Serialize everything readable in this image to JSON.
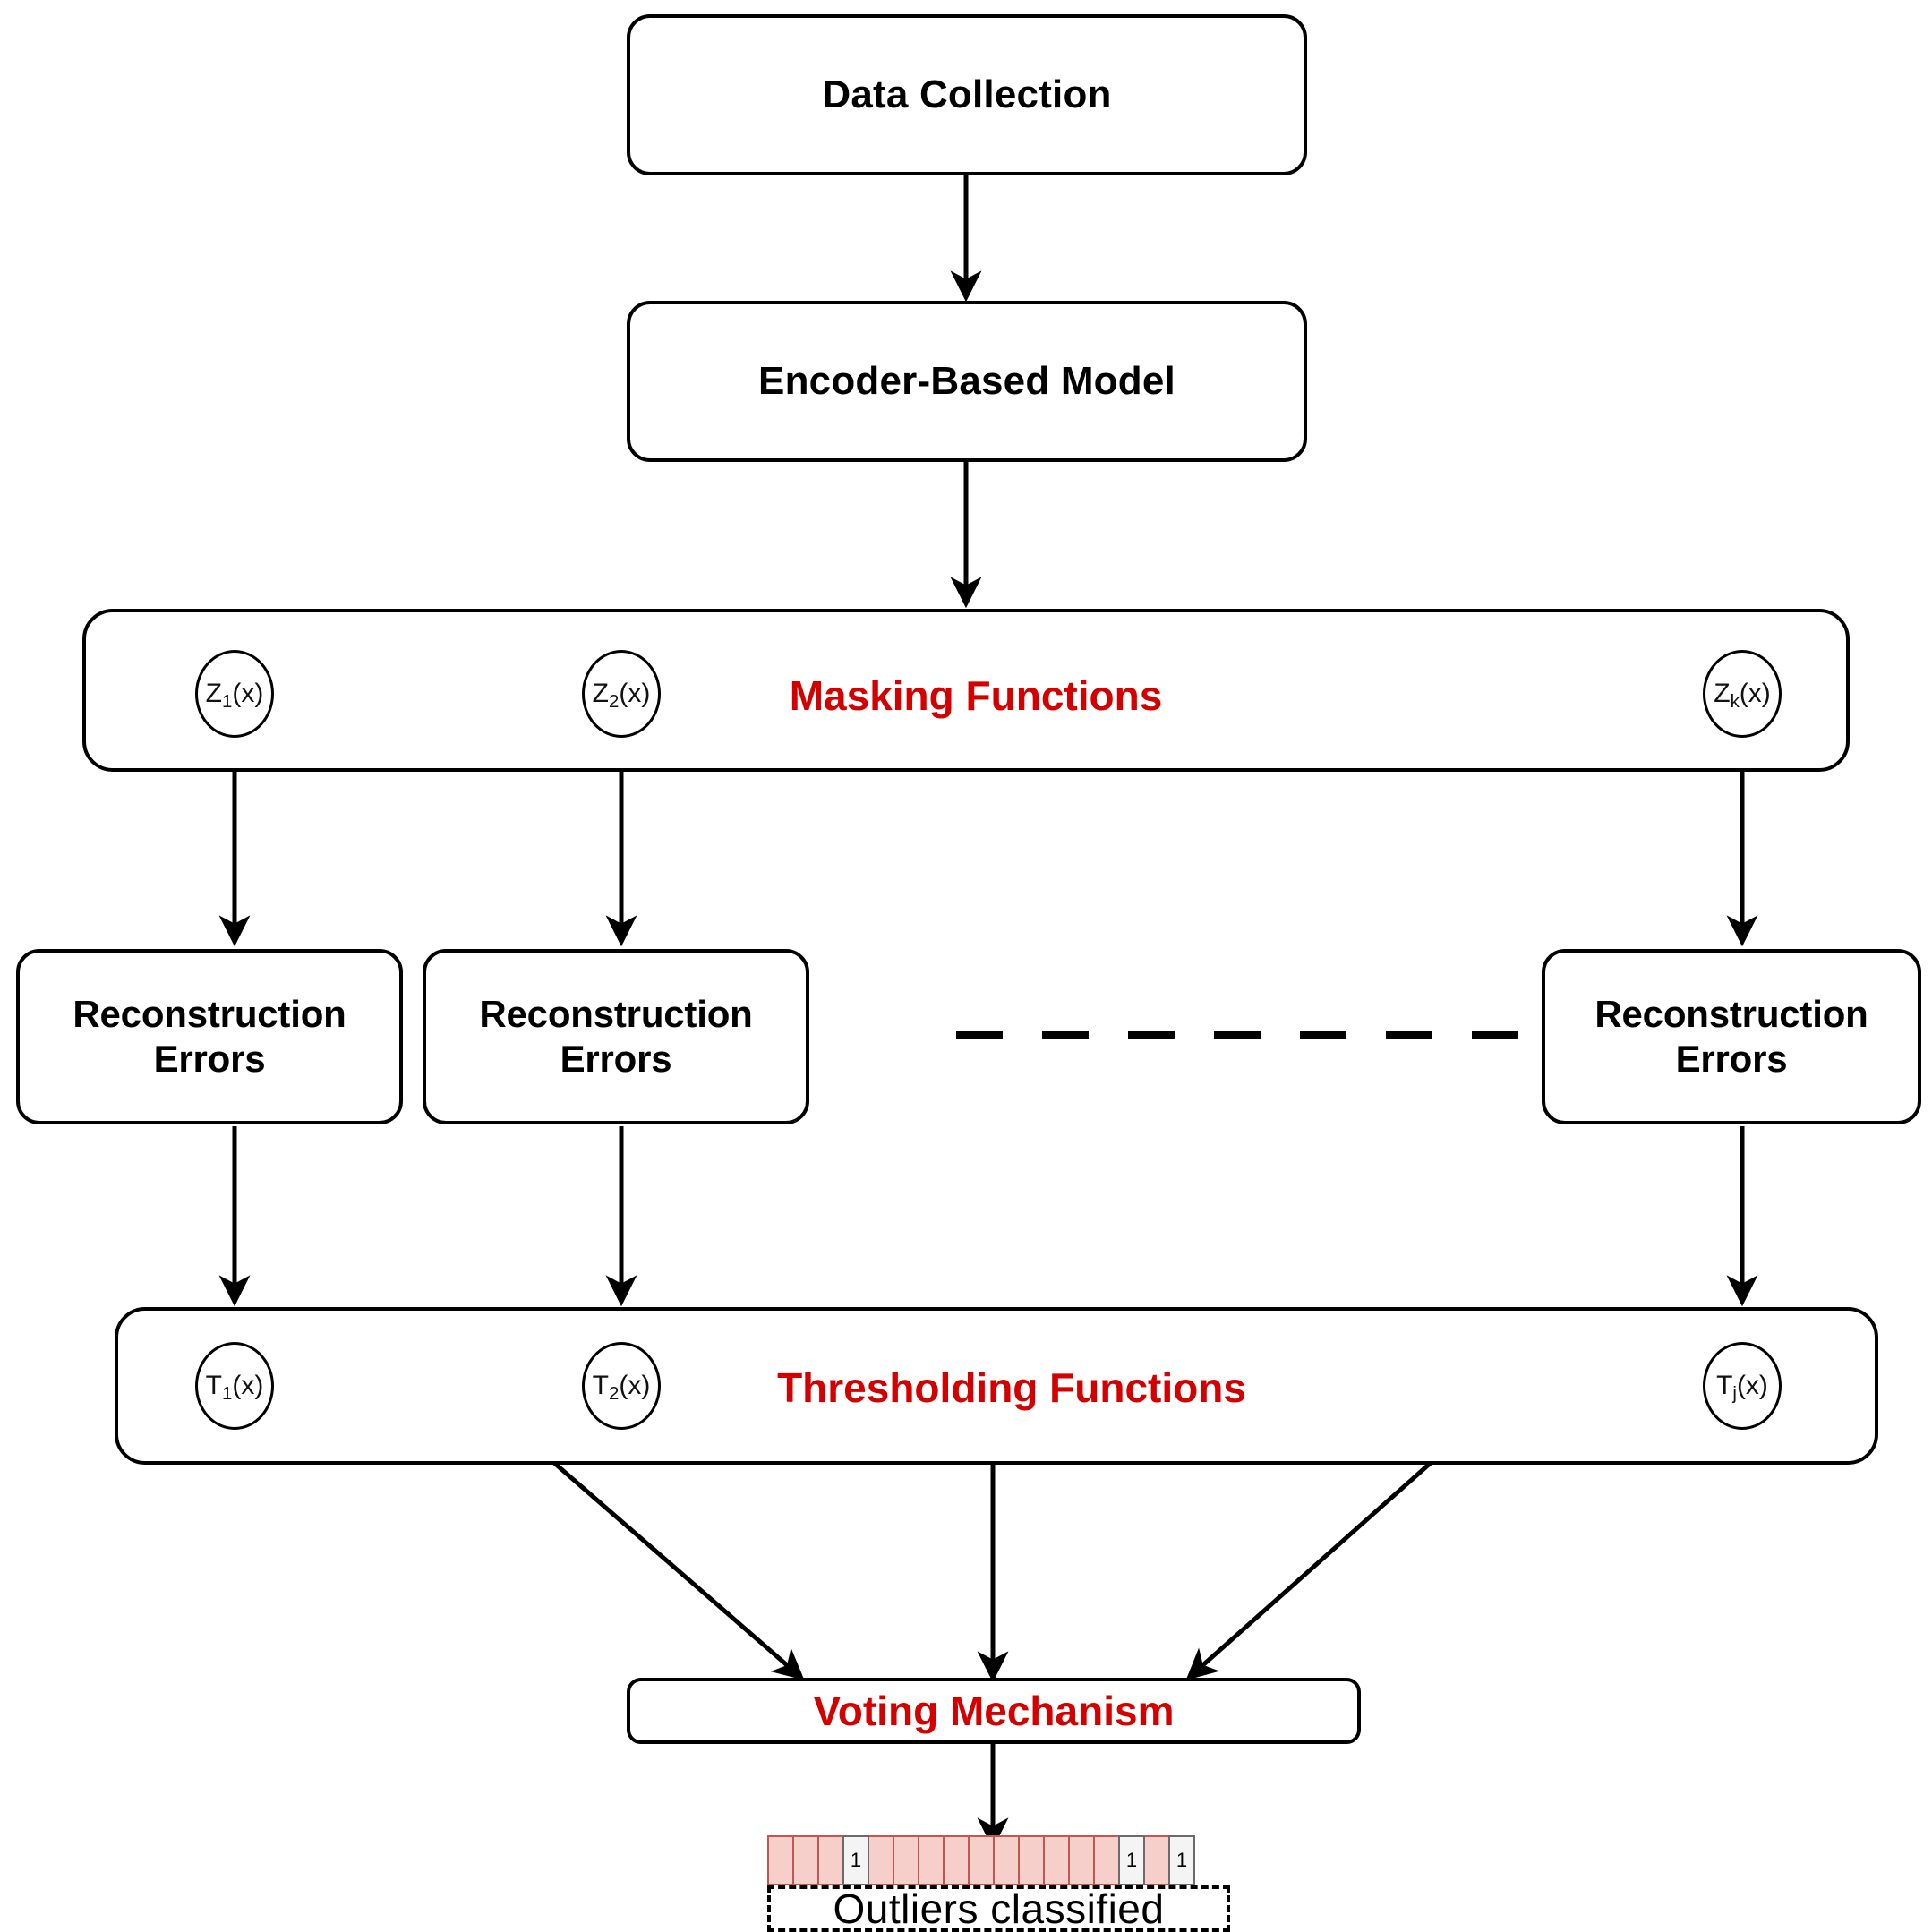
{
  "diagram": {
    "title": "Encoder-based masked outlier detection pipeline",
    "accent_color": "#D40000",
    "line_color": "#000000",
    "cell_fill": "#F6CFCB",
    "cell_border": "#C0584F",
    "flag_fill": "#F4F4F4",
    "flag_border": "#6B6B6B"
  },
  "nodes": {
    "data_collection": {
      "label": "Data Collection"
    },
    "encoder_model": {
      "label": "Encoder-Based Model"
    },
    "masking_band": {
      "title": "Masking Functions"
    },
    "thresholding_band": {
      "title": "Thresholding Functions"
    },
    "voting": {
      "label": "Voting Mechanism"
    },
    "recon_1": {
      "line1": "Reconstruction",
      "line2": "Errors"
    },
    "recon_2": {
      "line1": "Reconstruction",
      "line2": "Errors"
    },
    "recon_k": {
      "line1": "Reconstruction",
      "line2": "Errors"
    }
  },
  "masking_functions": [
    {
      "base": "Z",
      "sub": "1",
      "arg": "(x)",
      "full": "Z1(x)"
    },
    {
      "base": "Z",
      "sub": "2",
      "arg": "(x)",
      "full": "Z2(x)"
    },
    {
      "base": "Z",
      "sub": "k",
      "arg": "(x)",
      "full": "Zk(x)"
    }
  ],
  "thresholding_functions": [
    {
      "base": "T",
      "sub": "1",
      "arg": "(x)",
      "full": "T1(x)"
    },
    {
      "base": "T",
      "sub": "2",
      "arg": "(x)",
      "full": "T2(x)"
    },
    {
      "base": "T",
      "sub": "j",
      "arg": "(x)",
      "full": "Tj(x)"
    }
  ],
  "ellipsis": {
    "segments": 7
  },
  "output": {
    "caption": "Outliers classified",
    "cell_count": 17,
    "cells": [
      "",
      "",
      "",
      "1",
      "",
      "",
      "",
      "",
      "",
      "",
      "",
      "",
      "",
      "",
      "1",
      "",
      "1"
    ],
    "flagged_indices": [
      3,
      14,
      16
    ]
  },
  "edges": [
    {
      "from": "data_collection",
      "to": "encoder_model"
    },
    {
      "from": "encoder_model",
      "to": "masking_band"
    },
    {
      "from": "masking_band_z1",
      "to": "recon_1"
    },
    {
      "from": "masking_band_z2",
      "to": "recon_2"
    },
    {
      "from": "masking_band_zk",
      "to": "recon_k"
    },
    {
      "from": "recon_1",
      "to": "thresholding_band"
    },
    {
      "from": "recon_2",
      "to": "thresholding_band"
    },
    {
      "from": "recon_k",
      "to": "thresholding_band"
    },
    {
      "from": "thresholding_band_left",
      "to": "voting"
    },
    {
      "from": "thresholding_band_center",
      "to": "voting"
    },
    {
      "from": "thresholding_band_right",
      "to": "voting"
    },
    {
      "from": "voting",
      "to": "output_strip"
    }
  ]
}
